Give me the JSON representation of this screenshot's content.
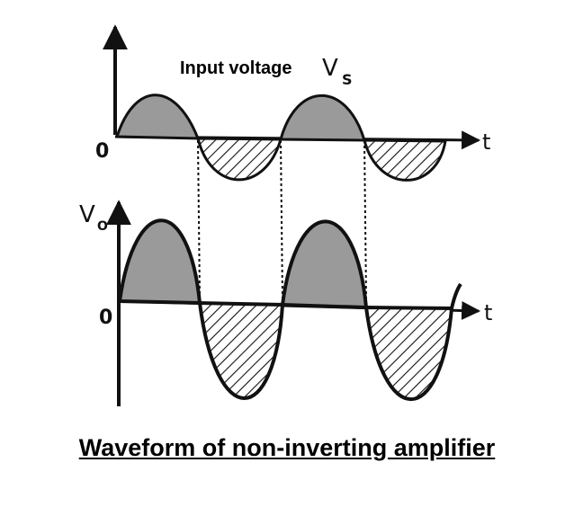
{
  "input_label": "Input voltage",
  "input_symbol": "V",
  "input_subscript": "S",
  "output_symbol": "V",
  "output_subscript": "O",
  "zero_label": "0",
  "time_label": "t",
  "caption": "Waveform of non-inverting amplifier",
  "colors": {
    "line": "#111111",
    "fill_positive": "#9a9a9a",
    "hatch": "#111111"
  }
}
